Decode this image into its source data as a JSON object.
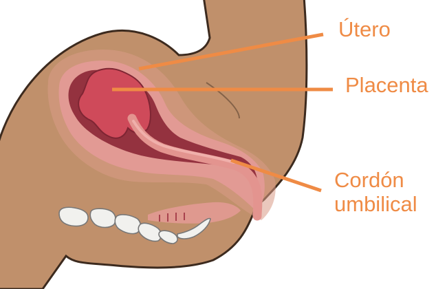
{
  "labels": {
    "utero": "Útero",
    "placenta": "Placenta",
    "cordon_line1": "Cordón",
    "cordon_line2": "umbilical"
  },
  "colors": {
    "skin": "#c0906b",
    "outline": "#3c2a1e",
    "uterus_halo": "#d99b86",
    "uterus_wall": "#e29a94",
    "cavity": "#94323f",
    "placenta": "#cf4a5a",
    "cord": "#e3948f",
    "bone": "#f1f1ee",
    "bone_outline": "#777777",
    "pointer_lines": "#ef8b45",
    "label_text": "#ef8b45"
  }
}
